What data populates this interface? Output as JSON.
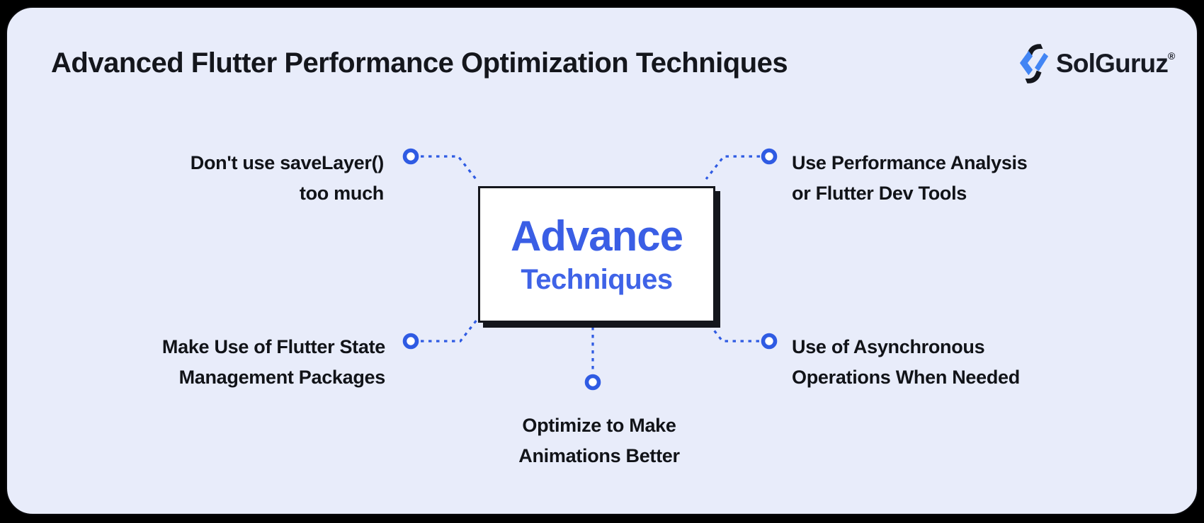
{
  "page": {
    "title": "Advanced Flutter Performance Optimization Techniques"
  },
  "logo": {
    "name": "SolGuruz",
    "registered": "®"
  },
  "center_box": {
    "line1": "Advance",
    "line2": "Techniques"
  },
  "branches": {
    "top_left": {
      "line1": "Don't use saveLayer()",
      "line2": "too much"
    },
    "top_right": {
      "line1": "Use Performance Analysis",
      "line2": "or Flutter Dev Tools"
    },
    "bottom_left": {
      "line1": "Make Use of Flutter State",
      "line2": "Management Packages"
    },
    "bottom_right": {
      "line1": "Use of Asynchronous",
      "line2": "Operations When Needed"
    },
    "bottom_center": {
      "line1": "Optimize to Make",
      "line2": "Animations Better"
    }
  },
  "colors": {
    "card_background": "#e8ecfa",
    "outer_background": "#000000",
    "center_text_blue": "#3a5ee5",
    "connector_blue": "#2f5be3",
    "logo_icon_blue": "#4285f4",
    "ink": "#14161c",
    "box_background": "#ffffff"
  }
}
